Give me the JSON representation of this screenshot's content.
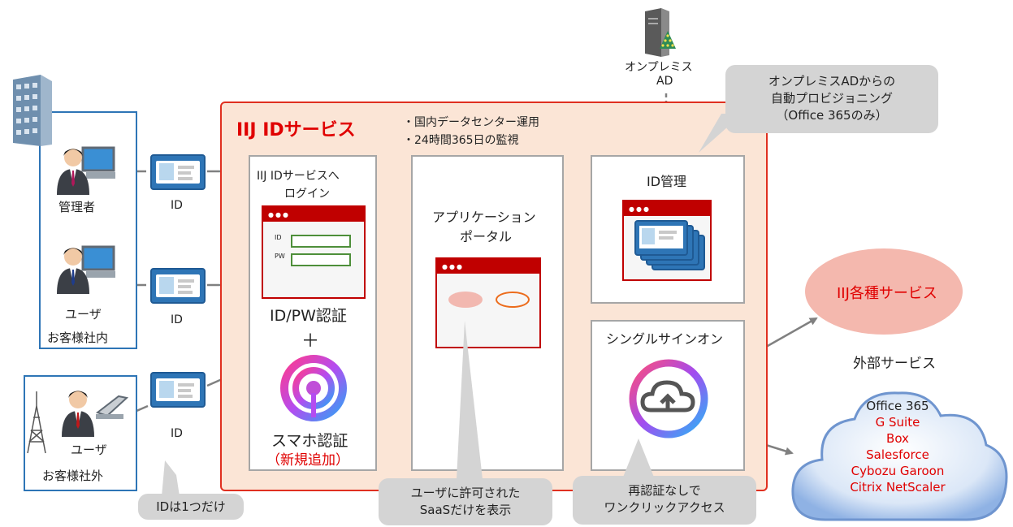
{
  "left": {
    "admin_label": "管理者",
    "user_in_label": "ユーザ",
    "inside_label": "お客様社内",
    "user_out_label": "ユーザ",
    "outside_label": "お客様社外",
    "id_labels": [
      "ID",
      "ID",
      "ID"
    ],
    "id_callout": "IDは1つだけ"
  },
  "service": {
    "title": "IIJ IDサービス",
    "bullets": [
      "・国内データセンター運用",
      "・24時間365日の監視"
    ],
    "login_title": [
      "IIJ IDサービスへ",
      "ログイン"
    ],
    "form_labels": [
      "ID",
      "PW"
    ],
    "idpw_auth": "ID/PW認証",
    "plus": "＋",
    "smartphone_auth": "スマホ認証",
    "new_label": "（新規追加）",
    "portal_title": [
      "アプリケーション",
      "ポータル"
    ],
    "portal_callout": [
      "ユーザに許可された",
      "SaaSだけを表示"
    ],
    "id_mgmt_title": "ID管理",
    "sso_title": "シングルサインオン",
    "sso_callout": [
      "再認証なしで",
      "ワンクリックアクセス"
    ]
  },
  "onprem": {
    "label": [
      "オンプレミス",
      "AD"
    ],
    "callout": [
      "オンプレミスADからの",
      "自動プロビジョニング",
      "（Office 365のみ）"
    ]
  },
  "external": {
    "iij_services": "IIJ各種サービス",
    "title": "外部サービス",
    "cloud_items": [
      {
        "name": "Office 365",
        "color": "#222222"
      },
      {
        "name": "G Suite",
        "color": "#e00000"
      },
      {
        "name": "Box",
        "color": "#e00000"
      },
      {
        "name": "Salesforce",
        "color": "#e00000"
      },
      {
        "name": "Cybozu Garoon",
        "color": "#e00000"
      },
      {
        "name": "Citrix NetScaler",
        "color": "#e00000"
      }
    ]
  },
  "colors": {
    "service_border": "#e03020",
    "service_fill": "#fbe5d6",
    "accent_red": "#e00000",
    "id_blue": "#2e75b6",
    "iij_ellipse": "#f4b8ae"
  }
}
